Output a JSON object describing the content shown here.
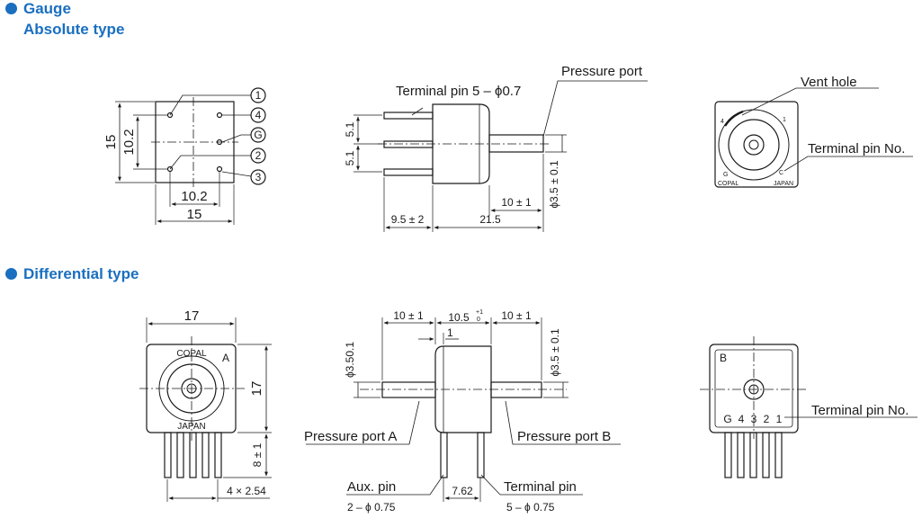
{
  "sections": {
    "gauge": {
      "title": "Gauge",
      "subtitle": "Absolute type"
    },
    "differential": {
      "title": "Differential type"
    }
  },
  "colors": {
    "accent": "#1a6fc0",
    "line": "#1a1a1a",
    "body_fill": "#e8e8e8"
  },
  "gauge": {
    "front": {
      "pins": [
        "1",
        "4",
        "G",
        "2",
        "3"
      ],
      "dim_height_outer": "15",
      "dim_height_inner": "10.2",
      "dim_width_inner": "10.2",
      "dim_width_outer": "15"
    },
    "side": {
      "terminal_pin_label": "Terminal pin 5 – ϕ0.7",
      "pressure_port_label": "Pressure port",
      "pitch_a": "5.1",
      "pitch_b": "5.1",
      "dim_pin_length": "9.5 ± 2",
      "dim_total": "21.5",
      "dim_port_length": "10 ± 1",
      "dim_port_dia": "ϕ3.5 ± 0.1"
    },
    "back": {
      "vent_hole_label": "Vent hole",
      "terminal_no_label": "Terminal pin No.",
      "brand": "COPAL",
      "origin": "JAPAN",
      "mark_4": "4",
      "mark_1": "1",
      "mark_g": "G",
      "mark_c": "C"
    }
  },
  "differential": {
    "front": {
      "dim_width": "17",
      "dim_height": "17",
      "dim_pin_length": "8 ± 1",
      "dim_pitch": "4 × 2.54",
      "brand": "COPAL",
      "origin": "JAPAN",
      "port_mark": "A"
    },
    "side": {
      "dim_left": "10 ± 1",
      "dim_mid": "10.5",
      "dim_mid_tol_upper": "+1",
      "dim_mid_tol_lower": "0",
      "dim_right": "10 ± 1",
      "dim_step": "1",
      "dim_dia_left": "ϕ3.50.1",
      "dim_dia_right": "ϕ3.5 ± 0.1",
      "port_a_label": "Pressure port A",
      "port_b_label": "Pressure port B",
      "aux_pin_label": "Aux.  pin",
      "aux_pin_spec": "2 – ϕ 0.75",
      "dim_pin_spacing": "7.62",
      "terminal_pin_label": "Terminal  pin",
      "terminal_pin_spec": "5 – ϕ 0.75"
    },
    "back": {
      "port_mark": "B",
      "pins": [
        "G",
        "4",
        "3",
        "2",
        "1"
      ],
      "terminal_no_label": "Terminal pin  No."
    }
  }
}
